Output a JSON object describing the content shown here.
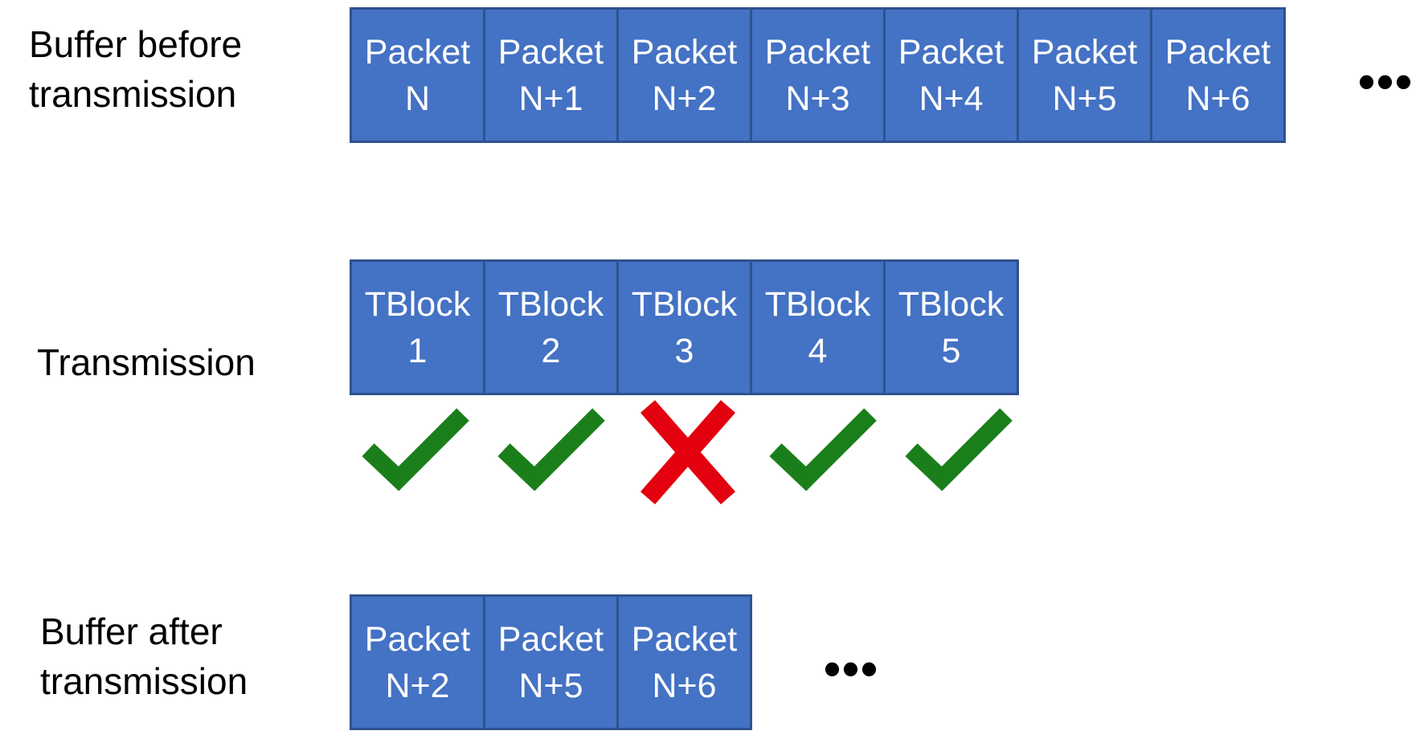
{
  "labels": {
    "before": "Buffer before\ntransmission",
    "transmission": "Transmission",
    "after": "Buffer after\ntransmission"
  },
  "buffer_before": [
    {
      "line1": "Packet",
      "line2": "N"
    },
    {
      "line1": "Packet",
      "line2": "N+1"
    },
    {
      "line1": "Packet",
      "line2": "N+2"
    },
    {
      "line1": "Packet",
      "line2": "N+3"
    },
    {
      "line1": "Packet",
      "line2": "N+4"
    },
    {
      "line1": "Packet",
      "line2": "N+5"
    },
    {
      "line1": "Packet",
      "line2": "N+6"
    }
  ],
  "transmission": [
    {
      "line1": "TBlock",
      "line2": "1",
      "status": "success"
    },
    {
      "line1": "TBlock",
      "line2": "2",
      "status": "success"
    },
    {
      "line1": "TBlock",
      "line2": "3",
      "status": "failure"
    },
    {
      "line1": "TBlock",
      "line2": "4",
      "status": "success"
    },
    {
      "line1": "TBlock",
      "line2": "5",
      "status": "success"
    }
  ],
  "buffer_after": [
    {
      "line1": "Packet",
      "line2": "N+2"
    },
    {
      "line1": "Packet",
      "line2": "N+5"
    },
    {
      "line1": "Packet",
      "line2": "N+6"
    }
  ],
  "ellipsis": "•••",
  "colors": {
    "block_fill": "#4472c4",
    "block_border": "#2f528f",
    "success": "#1a7f1a",
    "failure": "#e3000f"
  },
  "icons": {
    "success": "check-icon",
    "failure": "cross-icon"
  }
}
